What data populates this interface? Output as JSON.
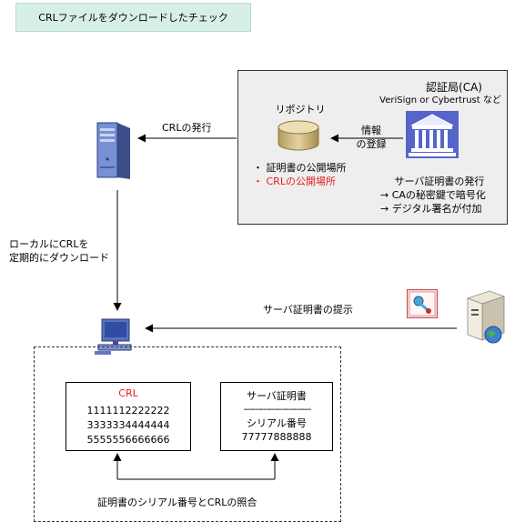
{
  "title": "CRLファイルをダウンロードしたチェック",
  "ca_panel": {
    "ca_title": "認証局(CA)",
    "ca_vendors": "VeriSign or Cybertrust など",
    "repository_label": "リポジトリ",
    "repo_items": [
      "・ 証明書の公開場所",
      "・ CRLの公開場所"
    ],
    "register_label_1": "情報",
    "register_label_2": "の登録",
    "issue_title": "サーバ証明書の発行",
    "issue_items": [
      "→  CAの秘密鍵で暗号化",
      "→  デジタル署名が付加"
    ]
  },
  "crl_issue_label": "CRLの発行",
  "download_label_1": "ローカルにCRLを",
  "download_label_2": "定期的にダウンロード",
  "present_label": "サーバ証明書の提示",
  "crl_card": {
    "title": "CRL",
    "lines": [
      "1111112222222",
      "3333334444444",
      "5555556666666"
    ]
  },
  "cert_card": {
    "title": "サーバ証明書",
    "divider": "――――――――",
    "serial_label": "シリアル番号",
    "serial_value": "77777888888"
  },
  "match_label": "証明書のシリアル番号とCRLの照合",
  "icons": [
    "crl-server-icon",
    "repository-database-icon",
    "ca-building-icon",
    "client-pc-icon",
    "certificate-key-icon",
    "web-server-icon"
  ],
  "colors": {
    "title_bg": "#d7f0e6",
    "panel_bg": "#eeeeee",
    "highlight": "#e02020"
  }
}
